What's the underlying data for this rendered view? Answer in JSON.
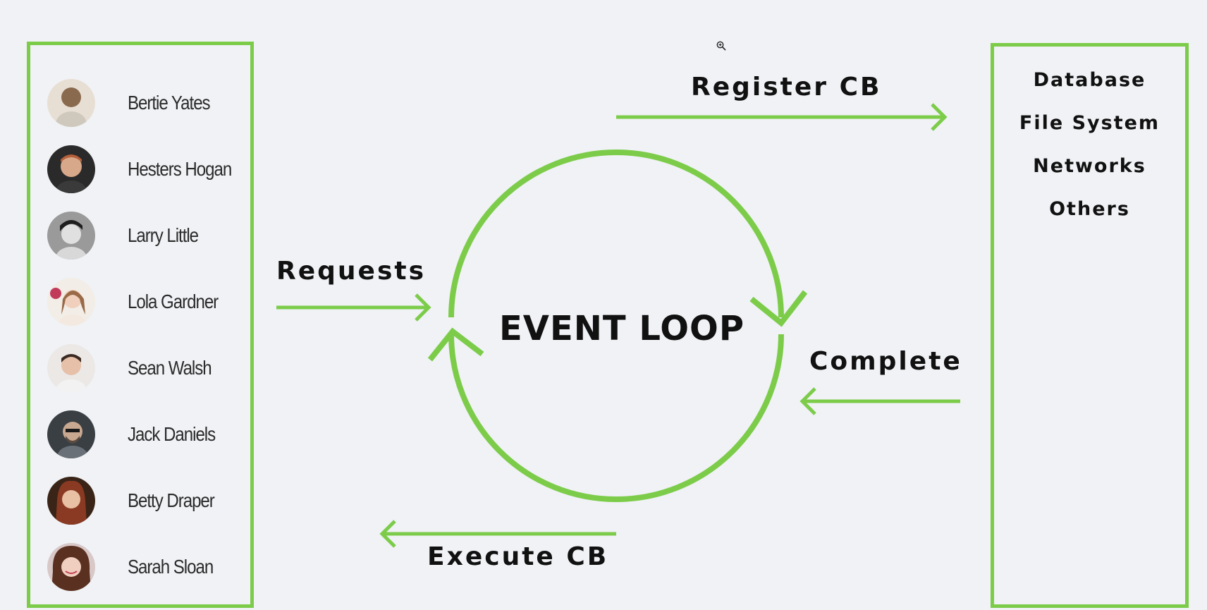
{
  "users": [
    {
      "name": "Bertie Yates",
      "avatar_color": "#8a6a4f"
    },
    {
      "name": "Hesters Hogan",
      "avatar_color": "#4d3a30"
    },
    {
      "name": "Larry Little",
      "avatar_color": "#6b6b6b"
    },
    {
      "name": "Lola Gardner",
      "avatar_color": "#c89b78"
    },
    {
      "name": "Sean Walsh",
      "avatar_color": "#b89a88"
    },
    {
      "name": "Jack Daniels",
      "avatar_color": "#4a4f55"
    },
    {
      "name": "Betty Draper",
      "avatar_color": "#7a3a28"
    },
    {
      "name": "Sarah Sloan",
      "avatar_color": "#6a3f30"
    }
  ],
  "resources": [
    "Database",
    "File System",
    "Networks",
    "Others"
  ],
  "labels": {
    "register_cb": "Register CB",
    "requests": "Requests",
    "event_loop": "EVENT LOOP",
    "complete": "Complete",
    "execute_cb": "Execute CB"
  },
  "colors": {
    "accent": "#7ccc4a",
    "background": "#f0f2f5",
    "text": "#111111"
  },
  "icons": {
    "zoom": "zoom-in-icon"
  }
}
